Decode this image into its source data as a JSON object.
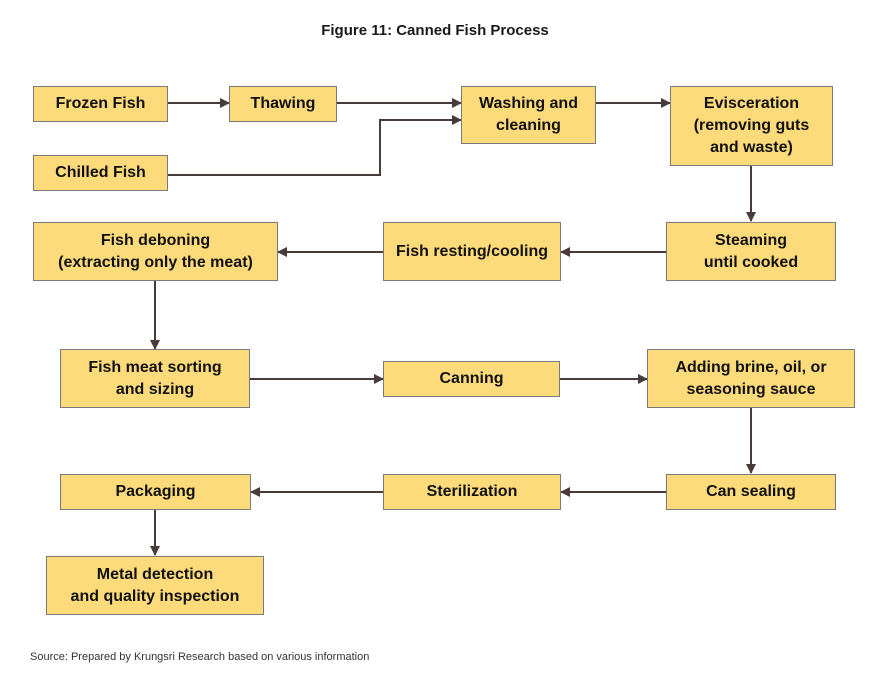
{
  "title": "Figure 11: Canned Fish Process",
  "steps": {
    "frozen_fish": "Frozen Fish",
    "thawing": "Thawing",
    "washing": "Washing and\ncleaning",
    "chilled_fish": "Chilled Fish",
    "evisceration": "Evisceration\n(removing guts\nand waste)",
    "deboning": "Fish deboning\n(extracting only the meat)",
    "resting": "Fish resting/cooling",
    "steaming": "Steaming\nuntil cooked",
    "sorting": "Fish meat sorting\nand sizing",
    "canning": "Canning",
    "adding_brine": "Adding brine, oil, or\nseasoning sauce",
    "packaging": "Packaging",
    "sterilization": "Sterilization",
    "can_sealing": "Can sealing",
    "metal_detection": "Metal detection\nand quality inspection"
  },
  "source": "Source: Prepared by Krungsri Research  based on various information",
  "colors": {
    "box_fill": "#fddb7a",
    "box_border": "#7a7a7a",
    "arrow": "#4a3b3b"
  }
}
